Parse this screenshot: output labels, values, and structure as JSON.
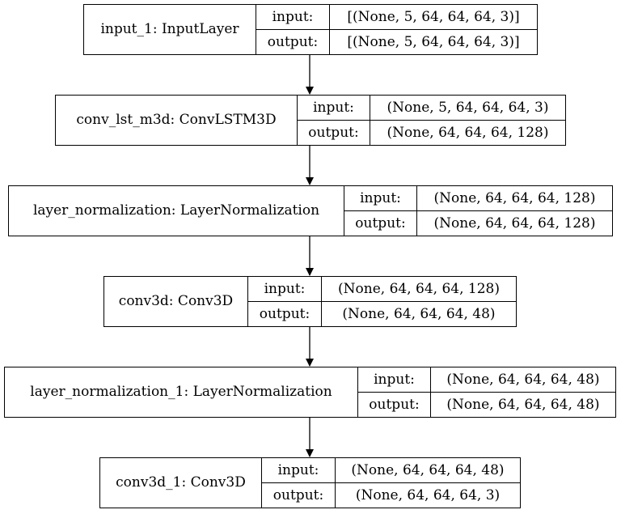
{
  "diagram": {
    "labels": {
      "input": "input:",
      "output": "output:"
    },
    "nodes": [
      {
        "name": "input_1: InputLayer",
        "input": "[(None, 5, 64, 64, 64, 3)]",
        "output": "[(None, 5, 64, 64, 64, 3)]"
      },
      {
        "name": "conv_lst_m3d: ConvLSTM3D",
        "input": "(None, 5, 64, 64, 64, 3)",
        "output": "(None, 64, 64, 64, 128)"
      },
      {
        "name": "layer_normalization: LayerNormalization",
        "input": "(None, 64, 64, 64, 128)",
        "output": "(None, 64, 64, 64, 128)"
      },
      {
        "name": "conv3d: Conv3D",
        "input": "(None, 64, 64, 64, 128)",
        "output": "(None, 64, 64, 64, 48)"
      },
      {
        "name": "layer_normalization_1: LayerNormalization",
        "input": "(None, 64, 64, 64, 48)",
        "output": "(None, 64, 64, 64, 48)"
      },
      {
        "name": "conv3d_1: Conv3D",
        "input": "(None, 64, 64, 64, 48)",
        "output": "(None, 64, 64, 64, 3)"
      }
    ]
  }
}
